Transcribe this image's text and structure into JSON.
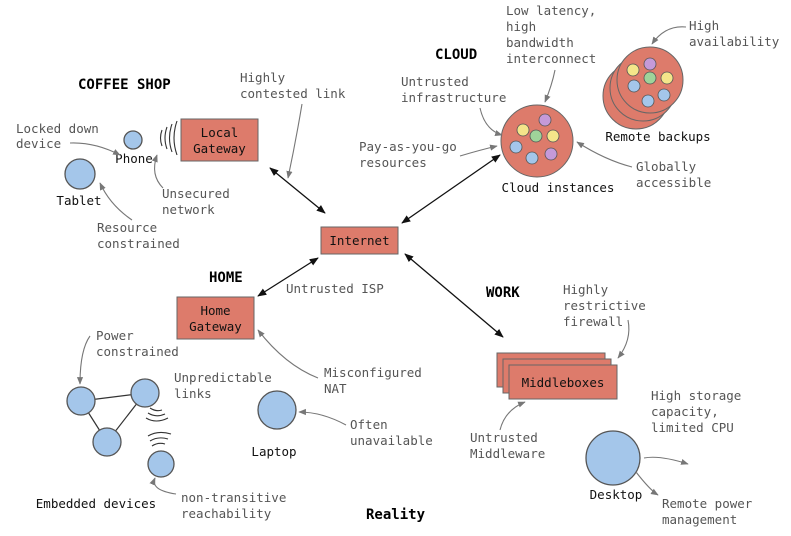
{
  "headings": {
    "coffee_shop": "COFFEE SHOP",
    "cloud": "CLOUD",
    "home": "HOME",
    "work": "WORK",
    "reality": "Reality"
  },
  "boxes": {
    "local_gateway": [
      "Local",
      "Gateway"
    ],
    "internet": "Internet",
    "home_gateway": [
      "Home",
      "Gateway"
    ],
    "middleboxes": "Middleboxes"
  },
  "nodes": {
    "phone": "Phone",
    "tablet": "Tablet",
    "laptop": "Laptop",
    "desktop": "Desktop",
    "embedded": "Embedded devices",
    "cloud_instances": "Cloud instances",
    "remote_backups": "Remote backups"
  },
  "annotations": {
    "locked_down": [
      "Locked down",
      "device"
    ],
    "highly_contested": [
      "Highly",
      "contested link"
    ],
    "unsecured": [
      "Unsecured",
      "network"
    ],
    "resource_constrained": [
      "Resource",
      "constrained"
    ],
    "untrusted_infra": [
      "Untrusted",
      "infrastructure"
    ],
    "low_latency": [
      "Low latency,",
      "high",
      "bandwidth",
      "interconnect"
    ],
    "high_availability": [
      "High",
      "availability"
    ],
    "pay_as_you_go": [
      "Pay-as-you-go",
      "resources"
    ],
    "globally_accessible": [
      "Globally",
      "accessible"
    ],
    "untrusted_isp": "Untrusted ISP",
    "power_constrained": [
      "Power",
      "constrained"
    ],
    "unpredictable": [
      "Unpredictable",
      "links"
    ],
    "misconfigured": [
      "Misconfigured",
      "NAT"
    ],
    "often_unavailable": [
      "Often",
      "unavailable"
    ],
    "non_transitive": [
      "non-transitive",
      "reachability"
    ],
    "highly_restrictive": [
      "Highly",
      "restrictive",
      "firewall"
    ],
    "untrusted_middleware": [
      "Untrusted",
      "Middleware"
    ],
    "high_storage": [
      "High storage",
      "capacity,",
      "limited CPU"
    ],
    "remote_power": [
      "Remote power",
      "management"
    ]
  },
  "colors": {
    "box_fill": "#dd7b6b",
    "node_fill": "#a4c6ea",
    "annotation_text": "#555555"
  }
}
